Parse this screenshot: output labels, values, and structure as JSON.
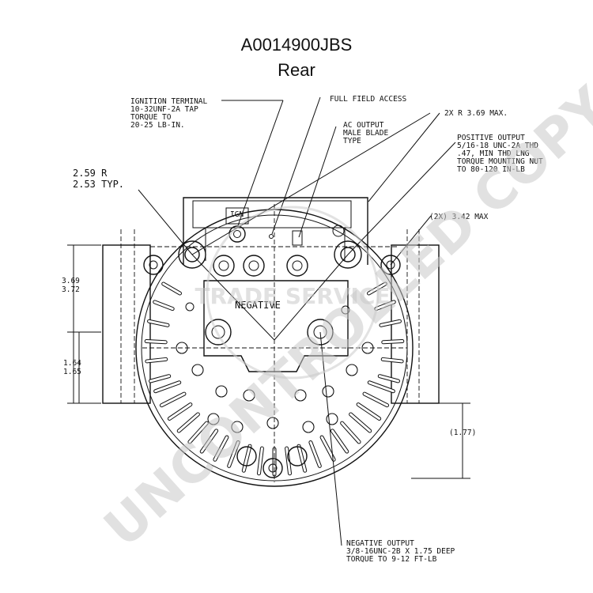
{
  "title": "A0014900JBS",
  "subtitle": "Rear",
  "callouts": {
    "ignition": [
      "IGNITION TERMINAL",
      "10-32UNF-2A TAP",
      "TORQUE TO",
      "20-25 LB-IN."
    ],
    "full_field": "FULL FIELD ACCESS",
    "ac_output": [
      "AC OUTPUT",
      "MALE BLADE",
      "TYPE"
    ],
    "radius_max": "2X R 3.69 MAX.",
    "positive_output": [
      "POSITIVE OUTPUT",
      "5/16-18 UNC-2A THD",
      ".47, MIN THD LNG",
      "TORQUE MOUNTING NUT",
      "TO 80-120 IN-LB"
    ],
    "radius_typ": [
      "2.59 R",
      "2.53 TYP."
    ],
    "max_342": "(2X) 3.42 MAX",
    "dim_369": [
      "3.69",
      "3.72"
    ],
    "dim_164": [
      "1.64",
      "1.65"
    ],
    "dim_177": "(1.77)",
    "negative": "NEGATIVE",
    "ign": "IGN",
    "negative_output": [
      "NEGATIVE OUTPUT",
      "3/8-16UNC-2B X 1.75 DEEP",
      "TORQUE TO 9-12 FT-LB"
    ]
  },
  "watermark": {
    "main": "UNCONTROLLED COPY",
    "seal": "TRADE SERVICE"
  }
}
